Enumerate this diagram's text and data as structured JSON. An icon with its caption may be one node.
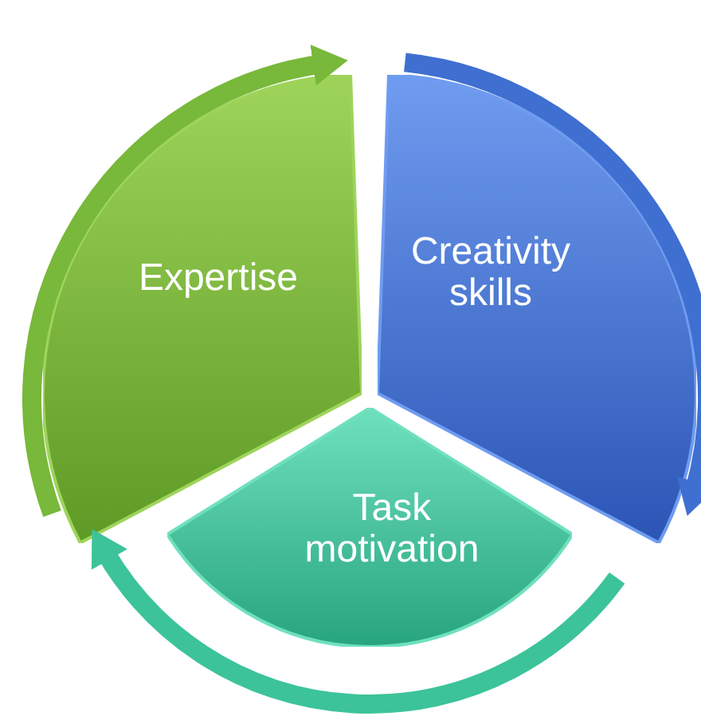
{
  "diagram": {
    "nodes": [
      {
        "text": [
          "Expertise"
        ]
      },
      {
        "text": [
          "Creativity skills"
        ]
      },
      {
        "text": [
          "Task motivation"
        ]
      }
    ]
  }
}
